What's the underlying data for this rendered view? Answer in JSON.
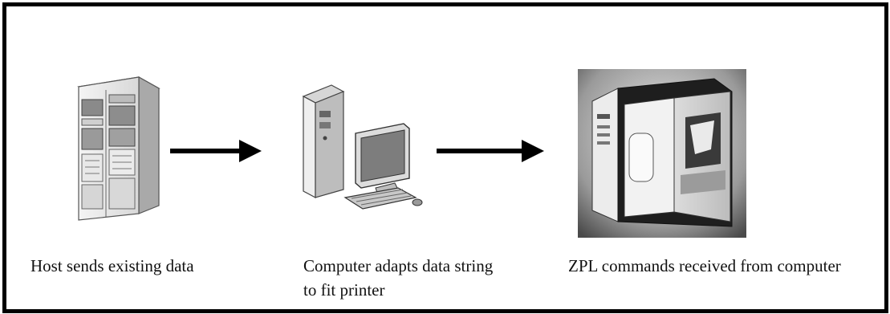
{
  "diagram": {
    "steps": [
      {
        "icon": "server-tower-icon",
        "caption_line1": "Host sends existing data",
        "caption_line2": ""
      },
      {
        "icon": "desktop-computer-icon",
        "caption_line1": "Computer adapts data string",
        "caption_line2": "to fit printer"
      },
      {
        "icon": "label-printer-icon",
        "caption_line1": "ZPL commands received from computer",
        "caption_line2": ""
      }
    ],
    "connectors": [
      "right-arrow-icon",
      "right-arrow-icon"
    ]
  }
}
